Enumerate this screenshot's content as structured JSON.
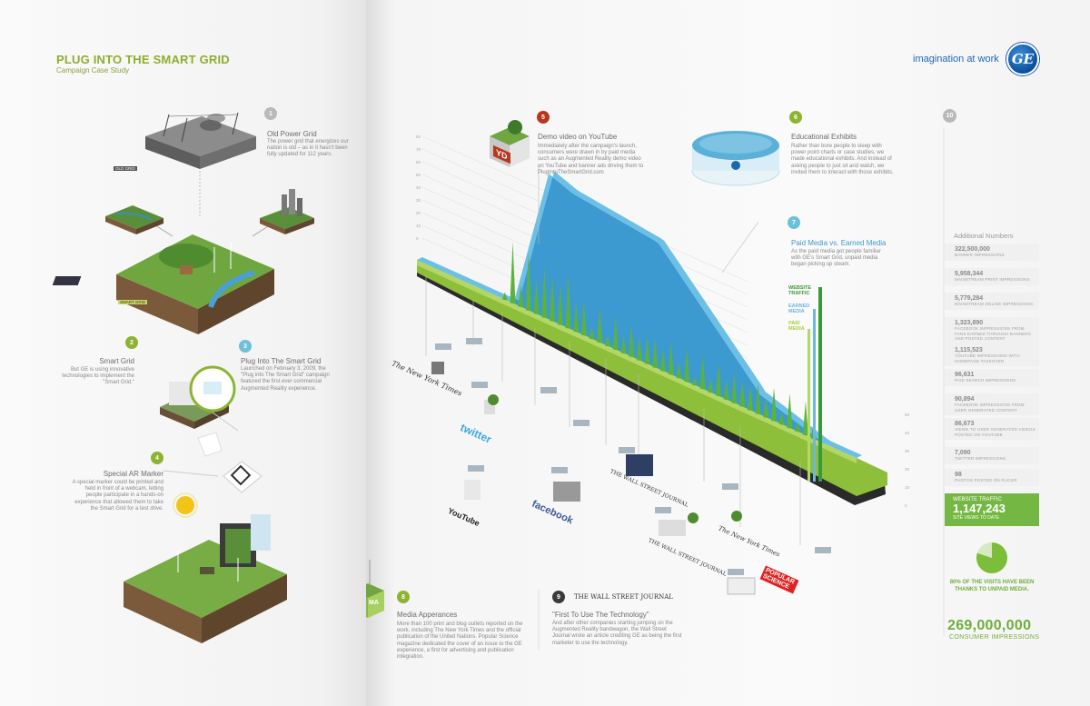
{
  "header": {
    "title": "PLUG INTO THE SMART GRID",
    "subtitle": "Campaign Case Study",
    "tagline": "imagination at work",
    "logo_text": "GE"
  },
  "steps": [
    {
      "num": "1",
      "title": "Old Power Grid",
      "body": "The power grid that energizes our nation is old – as in it hasn't been fully updated for 112 years."
    },
    {
      "num": "2",
      "title": "Smart Grid",
      "body": "But GE is using innovative technologies to implement the \"Smart Grid.\""
    },
    {
      "num": "3",
      "title": "Plug Into The Smart Grid",
      "body": "Launched on February 3, 2009, the \"Plug into The Smart Grid\" campaign featured the first ever commercial Augmented Reality experience."
    },
    {
      "num": "4",
      "title": "Special AR Marker",
      "body": "A special marker could be printed and held in front of a webcam, letting people participate in a hands-on experience that allowed them to take the Smart Grid for a test drive."
    },
    {
      "num": "5",
      "title": "Demo video on YouTube",
      "body": "Immediately after the campaign's launch, consumers were drawn in by paid media such as an Augmented Reality demo video on YouTube and banner ads driving them to PlugIntoTheSmartGrid.com"
    },
    {
      "num": "6",
      "title": "Educational Exhibits",
      "body": "Rather than bore people to sleep with power point charts or case studies, we made educational exhibits. And instead of asking people to just sit and watch, we invited them to interact with those exhibits."
    },
    {
      "num": "7",
      "title": "Paid Media vs. Earned Media",
      "body": "As the paid media got people familiar with GE's Smart Grid, unpaid media began picking up steam."
    },
    {
      "num": "8",
      "title": "Media Apperances",
      "body": "More than 100 print and blog outlets reported on the work, including The New York Times and the official publication of the United Nations. Popular Science magazine dedicated the cover of an issue to the GE experience, a first for advertising and publication integration."
    },
    {
      "num": "9",
      "title": "\"First To Use The Technology\"",
      "body": "And after other companies starting jumping on the Augmented Reality bandwagon, the Wall Street Journal wrote an article crediting GE as being the first marketer to use the technology."
    },
    {
      "num": "10"
    }
  ],
  "scene_labels": {
    "old_grid": "OLD GRID",
    "smart_grid": "SMART GRID",
    "yd_badge": "YD",
    "ma_badge": "MA"
  },
  "chart_legend": {
    "website_traffic": "WEBSITE TRAFFIC",
    "earned_media": "EARNED MEDIA",
    "paid_media": "PAID MEDIA"
  },
  "chart_axis": {
    "left_ticks": [
      "80",
      "70",
      "60",
      "50",
      "40",
      "30",
      "20",
      "10",
      "0"
    ],
    "right_ticks": [
      "50",
      "40",
      "30",
      "20",
      "10",
      "0"
    ]
  },
  "media_mentions": [
    {
      "logo": "The New York Times"
    },
    {
      "logo": "twitter"
    },
    {
      "logo": "YouTube"
    },
    {
      "logo": "facebook"
    },
    {
      "logo": "THE WALL STREET JOURNAL"
    },
    {
      "logo": "THE WALL STREET JOURNAL"
    },
    {
      "logo": "The New York Times"
    },
    {
      "logo": "POPULAR SCIENCE"
    }
  ],
  "wsj_logo": "THE WALL STREET JOURNAL",
  "sidebar": {
    "heading": "Additional Numbers",
    "stats": [
      {
        "value": "322,500,000",
        "label": "BANNER IMPRESSIONS"
      },
      {
        "value": "5,958,344",
        "label": "MAINSTREAM PRINT IMPRESSIONS"
      },
      {
        "value": "5,779,284",
        "label": "MAINSTREAM ONLINE IMPRESSIONS"
      },
      {
        "value": "1,323,890",
        "label": "FACEBOOK IMPRESSIONS FROM FANS EARNED THROUGH BANNERS AND POSTED CONTENT"
      },
      {
        "value": "1,115,523",
        "label": "YOUTUBE IMPRESSIONS WITH HOMEPAGE TAKEOVER"
      },
      {
        "value": "96,631",
        "label": "PAID SEARCH IMPRESSIONS"
      },
      {
        "value": "90,894",
        "label": "FACEBOOK IMPRESSIONS FROM USER GENERATED CONTENT"
      },
      {
        "value": "86,673",
        "label": "VIEWS TO USER GENERATED VIDEOS POSTED ON YOUTUBE"
      },
      {
        "value": "7,090",
        "label": "TWITTER IMPRESSIONS"
      },
      {
        "value": "98",
        "label": "PHOTOS POSTED ON FLICKR"
      }
    ],
    "traffic": {
      "label": "WEBSITE TRAFFIC",
      "value": "1,147,243",
      "sub": "SITE VIEWS TO DATE"
    },
    "pie_fraction": 0.8,
    "pie_caption": "80% OF THE VISITS HAVE BEEN THANKS TO UNPAID MEDIA.",
    "total": {
      "value": "269,000,000",
      "label": "CONSUMER IMPRESSIONS"
    }
  },
  "colors": {
    "brand_green": "#8dae2d",
    "paid_green": "#7cc242",
    "earned_blue": "#4aa3d4",
    "traffic_green": "#3a9a3a",
    "ge_blue": "#1e66b3"
  }
}
